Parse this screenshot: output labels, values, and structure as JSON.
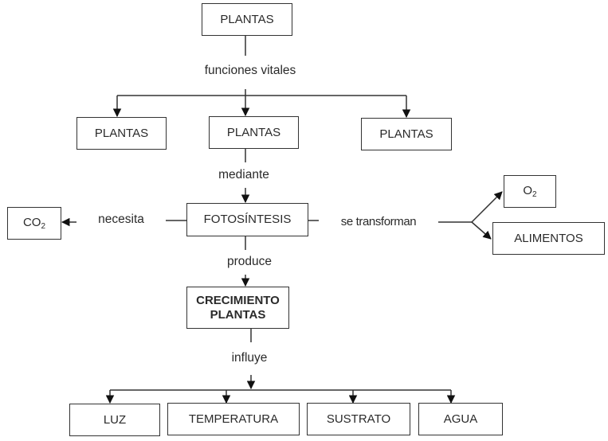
{
  "nodes": {
    "root": "PLANTAS",
    "level1_left": "PLANTAS",
    "level1_center": "PLANTAS",
    "level1_right": "PLANTAS",
    "process": "FOTOSÍNTESIS",
    "co2": {
      "main": "CO",
      "sub": "2"
    },
    "o2": {
      "main": "O",
      "sub": "2"
    },
    "food": "ALIMENTOS",
    "growth_line1": "CRECIMIENTO",
    "growth_line2": "PLANTAS",
    "factors": [
      "LUZ",
      "TEMPERATURA",
      "SUSTRATO",
      "AGUA"
    ]
  },
  "connectors": {
    "vital_functions": "funciones vitales",
    "through": "mediante",
    "needs": "necesita",
    "transform": "se transforman",
    "produces": "produce",
    "influences": "influye"
  }
}
